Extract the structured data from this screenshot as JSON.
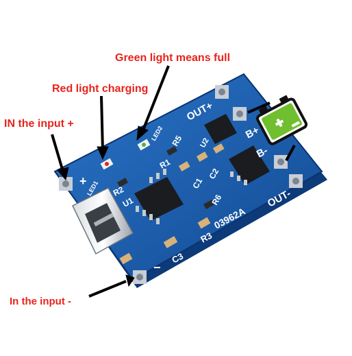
{
  "callouts": {
    "green_full": "Green light means full",
    "red_charging": "Red light charging",
    "in_positive": "IN the input +",
    "in_negative": "In the input -"
  },
  "board": {
    "silkscreen": {
      "out_plus": "OUT+",
      "out_minus": "OUT-",
      "b_plus": "B+",
      "b_minus": "B-",
      "led1": "LED1",
      "led2": "LED2",
      "r1": "R1",
      "r2": "R2",
      "r3": "R3",
      "r5": "R5",
      "r6": "R6",
      "c1": "C1",
      "c2": "C2",
      "c3": "C3",
      "u1": "U1",
      "u2": "U2",
      "model": "03962A",
      "in_plus_sign": "+",
      "in_minus_sign": "−"
    }
  },
  "colors": {
    "callout_text": "#e8231c",
    "pcb_blue": "#1b5fb3",
    "silkscreen": "#ffffff",
    "battery_green": "#6fbf2e",
    "arrow": "#000000"
  },
  "icons": {
    "battery": "battery-icon",
    "usb": "micro-usb-connector"
  }
}
